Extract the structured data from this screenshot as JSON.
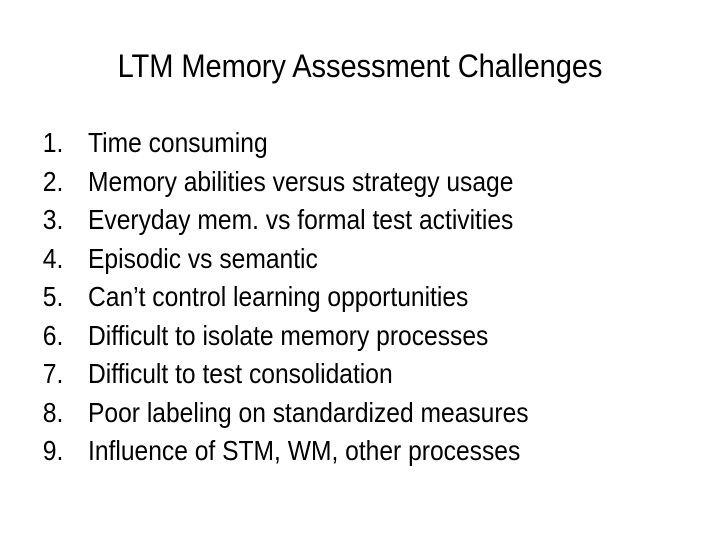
{
  "slide": {
    "title": "LTM Memory Assessment Challenges",
    "background_color": "#ffffff",
    "text_color": "#000000",
    "list_type": "numbered",
    "items": [
      {
        "number": "1.",
        "text": "Time consuming"
      },
      {
        "number": "2.",
        "text": "Memory abilities versus strategy usage"
      },
      {
        "number": "3.",
        "text": "Everyday mem. vs formal test activities"
      },
      {
        "number": "4.",
        "text": "Episodic vs semantic"
      },
      {
        "number": "5.",
        "text": "Can’t control learning opportunities"
      },
      {
        "number": "6.",
        "text": "Difficult to isolate memory processes"
      },
      {
        "number": "7.",
        "text": "Difficult to test consolidation"
      },
      {
        "number": "8.",
        "text": "Poor labeling on standardized measures"
      },
      {
        "number": "9.",
        "text": "Influence of STM, WM, other processes"
      }
    ]
  }
}
